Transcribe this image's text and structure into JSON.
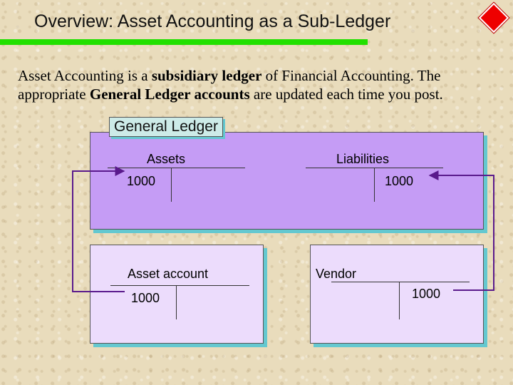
{
  "slide": {
    "title": "Overview:  Asset Accounting as a Sub-Ledger",
    "intro": {
      "part1": "Asset Accounting is a ",
      "bold1": "subsidiary ledger",
      "part2": " of Financial Accounting. The appropriate ",
      "bold2": "General Ledger accounts",
      "part3": " are updated each time you post."
    }
  },
  "general_ledger": {
    "label": "General Ledger",
    "assets": {
      "title": "Assets",
      "value": "1000"
    },
    "liabilities": {
      "title": "Liabilities",
      "value": "1000"
    }
  },
  "sub_ledgers": {
    "asset_account": {
      "title": "Asset account",
      "value": "1000"
    },
    "vendor": {
      "title": "Vendor",
      "value": "1000"
    }
  },
  "colors": {
    "accent_line": "#22e000",
    "diamond": "#ee0000",
    "gl_fill": "#c59cf5",
    "sub_fill": "#ecdcfc",
    "shadow": "#64c8d0",
    "arrow": "#5a1a8c"
  },
  "icons": {
    "corner_marker": "red-diamond-icon"
  }
}
